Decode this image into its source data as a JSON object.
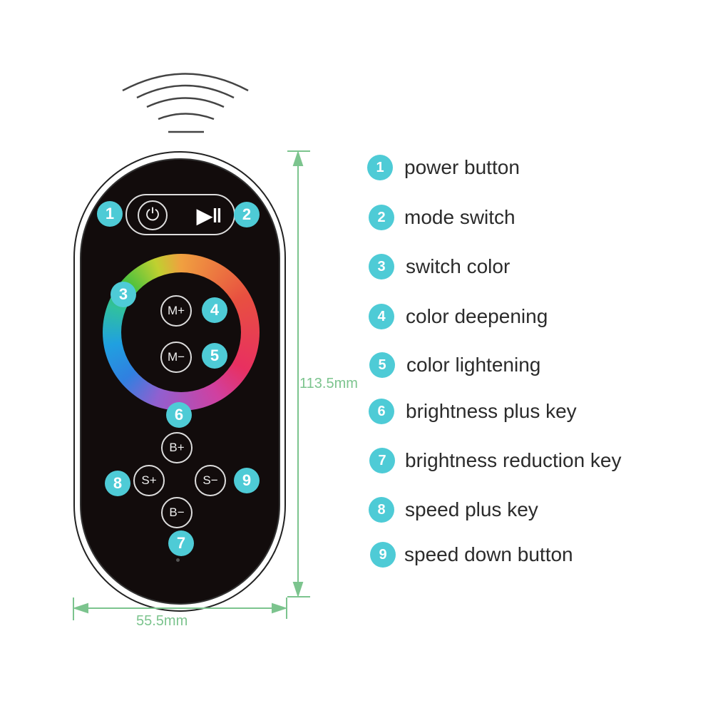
{
  "remote": {
    "top_keys": {
      "power_icon": "⏻",
      "mode_icon": "▶‖"
    },
    "keys": {
      "m_plus": "M+",
      "m_minus": "M−",
      "b_plus": "B+",
      "b_minus": "B−",
      "s_plus": "S+",
      "s_minus": "S−"
    },
    "callouts": [
      "1",
      "2",
      "3",
      "4",
      "5",
      "6",
      "7",
      "8",
      "9"
    ]
  },
  "dimensions": {
    "height": "113.5mm",
    "width": "55.5mm",
    "color": "#7cc48e"
  },
  "legend": [
    {
      "num": "1",
      "label": "power button"
    },
    {
      "num": "2",
      "label": "mode switch"
    },
    {
      "num": "3",
      "label": "switch color"
    },
    {
      "num": "4",
      "label": "color deepening"
    },
    {
      "num": "5",
      "label": "color lightening"
    },
    {
      "num": "6",
      "label": "brightness plus key"
    },
    {
      "num": "7",
      "label": "brightness reduction key"
    },
    {
      "num": "8",
      "label": "speed plus key"
    },
    {
      "num": "9",
      "label": "speed down button"
    }
  ],
  "colors": {
    "badge": "#4ecbd6",
    "remote_body": "#120c0c",
    "text": "#2b2b2b"
  }
}
